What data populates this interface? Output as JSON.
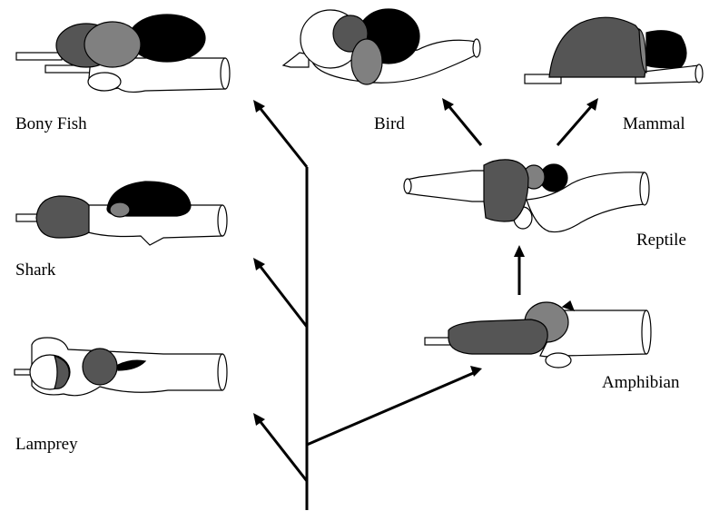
{
  "labels": {
    "bony_fish": "Bony Fish",
    "shark": "Shark",
    "lamprey": "Lamprey",
    "bird": "Bird",
    "mammal": "Mammal",
    "reptile": "Reptile",
    "amphibian": "Amphibian"
  },
  "colors": {
    "dark_region": "#555555",
    "mid_region": "#808080",
    "black_region": "#000000",
    "outline": "#000000",
    "background": "#ffffff"
  }
}
